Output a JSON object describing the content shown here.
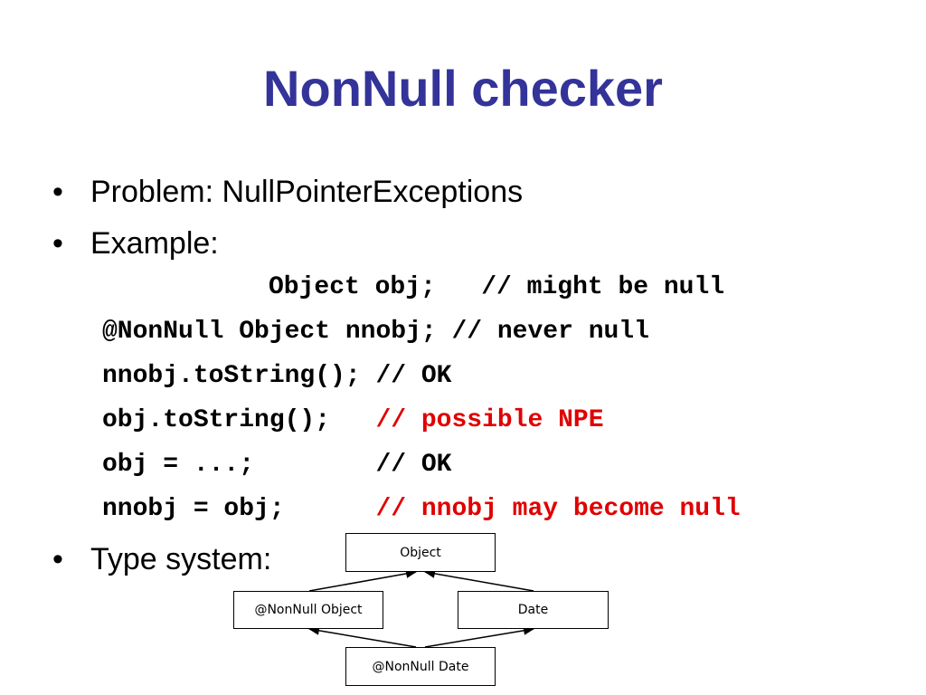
{
  "title": "NonNull checker",
  "bullets": [
    {
      "dot": "•",
      "text": "Problem:  NullPointerExceptions"
    },
    {
      "dot": "•",
      "text": "Example:"
    },
    {
      "dot": "•",
      "text": "Type system:"
    }
  ],
  "code_lines": [
    {
      "code": "Object obj;   ",
      "comment": "// might be null",
      "comment_red": false
    },
    {
      "code": "@NonNull Object nnobj; ",
      "comment": "// never null",
      "comment_red": false
    },
    {
      "code": "nnobj.toString(); ",
      "comment": "// OK",
      "comment_red": false
    },
    {
      "code": "obj.toString();   ",
      "comment": "// possible NPE",
      "comment_red": true
    },
    {
      "code": "obj = ...;        ",
      "comment": "// OK",
      "comment_red": false
    },
    {
      "code": "nnobj = obj;      ",
      "comment": "// nnobj may become null",
      "comment_red": true
    }
  ],
  "diagram": {
    "nodes": [
      {
        "id": "object",
        "label": "Object"
      },
      {
        "id": "nonnull_object",
        "label": "@NonNull Object"
      },
      {
        "id": "date",
        "label": "Date"
      },
      {
        "id": "nonnull_date",
        "label": "@NonNull Date"
      }
    ],
    "edges": [
      {
        "from": "nonnull_object",
        "to": "object"
      },
      {
        "from": "date",
        "to": "object"
      },
      {
        "from": "nonnull_date",
        "to": "nonnull_object"
      },
      {
        "from": "nonnull_date",
        "to": "date"
      }
    ]
  },
  "colors": {
    "title": "#333399",
    "comment_highlight": "#e00000"
  }
}
